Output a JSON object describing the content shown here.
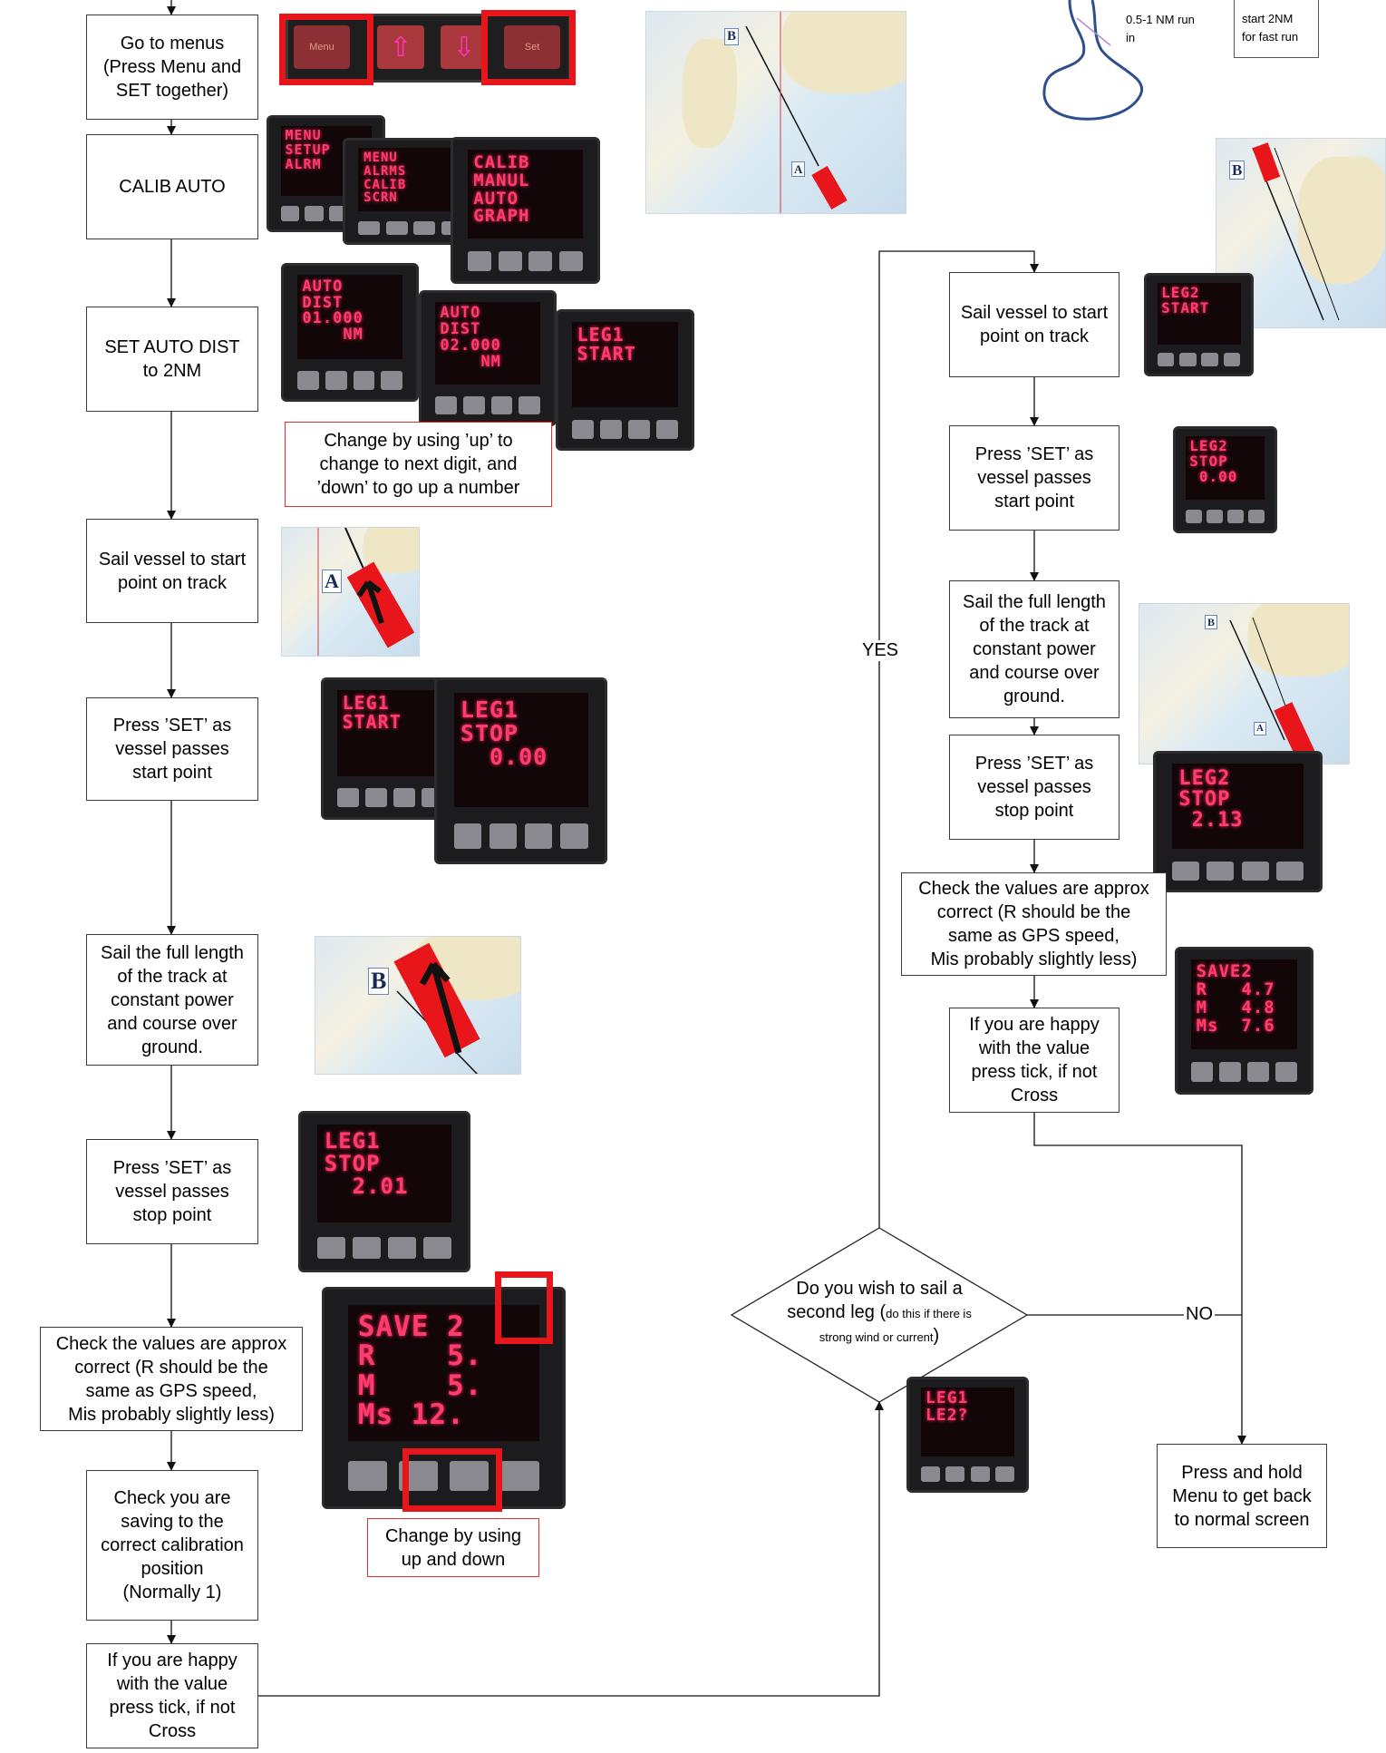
{
  "left_column": {
    "go_to_menus": "Go to menus\n(Press Menu and\nSET together)",
    "calib_auto": "CALIB AUTO",
    "set_auto_dist": "SET AUTO DIST\nto 2NM",
    "sail_to_start": "Sail vessel to start\npoint on track",
    "press_set_start": "Press ’SET’ as\nvessel passes\nstart point",
    "sail_full_length": "Sail the full length\nof the track at\nconstant power\nand course over\nground.",
    "press_set_stop": "Press ’SET’ as\nvessel passes\nstop point",
    "check_values": "Check the values are approx\ncorrect (R should be the\nsame as GPS speed,\nMis probably slightly less)",
    "check_position": "Check you are\nsaving to the\ncorrect calibration\nposition\n(Normally 1)",
    "if_happy": "If you are happy\nwith the value\npress tick, if not\nCross"
  },
  "right_column": {
    "sail_to_start": "Sail vessel to start\npoint on track",
    "press_set_start": "Press ’SET’ as\nvessel passes\nstart point",
    "sail_full_length": "Sail the full length\nof the track at\nconstant power\nand course over\nground.",
    "press_set_stop": "Press ’SET’ as\nvessel passes\nstop point",
    "check_values": "Check the values are approx\ncorrect (R should be the\nsame as GPS speed,\nMis probably slightly less)",
    "if_happy": "If you are happy\nwith the value\npress tick, if not\nCross",
    "press_hold_menu": "Press and hold\nMenu to get back\nto normal screen"
  },
  "decision": {
    "line1": "Do you wish to sail a",
    "line2_main": "second leg (",
    "line2_small": "do this if there is",
    "line3_small": "strong wind or current",
    "line3_end": ")",
    "yes": "YES",
    "no": "NO"
  },
  "notes": {
    "change_digits": "Change by using ’up’ to\nchange to next digit, and\n’down’ to go up a number",
    "change_up_down": "Change by using\nup and down"
  },
  "top_right": {
    "run_note": "0.5-1 NM run\nin",
    "start_note": "start 2NM\nfor fast run"
  },
  "control_panel": {
    "menu_key": "Menu",
    "set_key": "Set"
  },
  "chart_markers": {
    "a": "A",
    "b": "B"
  },
  "displays": {
    "menu_screen": "MENU\nSETUP\nALRM",
    "menu_list": "MENU\nALRMS\nCALIB\nSCRN",
    "calib_screen": "CALIB\nMANUL\nAUTO\nGRAPH",
    "auto_dist_1": "AUTO\nDIST\n01.000\n    NM",
    "auto_dist_2": "AUTO\nDIST\n02.000\n    NM",
    "leg1_start": "LEG1\nSTART",
    "leg1_start_b": "LEG1\nSTART",
    "leg1_stop_0": "LEG1\nSTOP\n  0.00",
    "leg1_stop_2": "LEG1\nSTOP\n  2.01",
    "save_1": "SAVE 2\nR    5.\nM    5.\nMs 12.",
    "leg2_start": "LEG2\nSTART",
    "leg2_stop_0": "LEG2\nSTOP\n 0.00",
    "leg2_stop_2": "LEG2\nSTOP\n 2.13",
    "save_2": "SAVE2\nR   4.7\nM   4.8\nMs  7.6",
    "leg_choice": "LEG1\nLE2?"
  },
  "colors": {
    "highlight": "#e8161b",
    "lcd_text": "#ff3c6e",
    "course_loop": "#2d4f8a"
  }
}
